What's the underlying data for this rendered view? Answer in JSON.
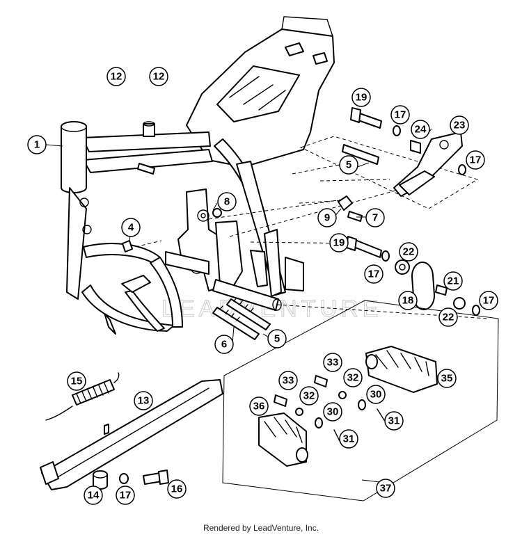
{
  "watermark": "LEADVENTURE",
  "footer": "Rendered by LeadVenture, Inc.",
  "callouts": [
    "12",
    "12",
    "1",
    "19",
    "17",
    "24",
    "23",
    "17",
    "5",
    "8",
    "4",
    "9",
    "7",
    "19",
    "22",
    "17",
    "21",
    "18",
    "22",
    "17",
    "6",
    "5",
    "33",
    "32",
    "35",
    "33",
    "30",
    "15",
    "13",
    "32",
    "36",
    "30",
    "31",
    "31",
    "14",
    "17",
    "16",
    "37"
  ]
}
